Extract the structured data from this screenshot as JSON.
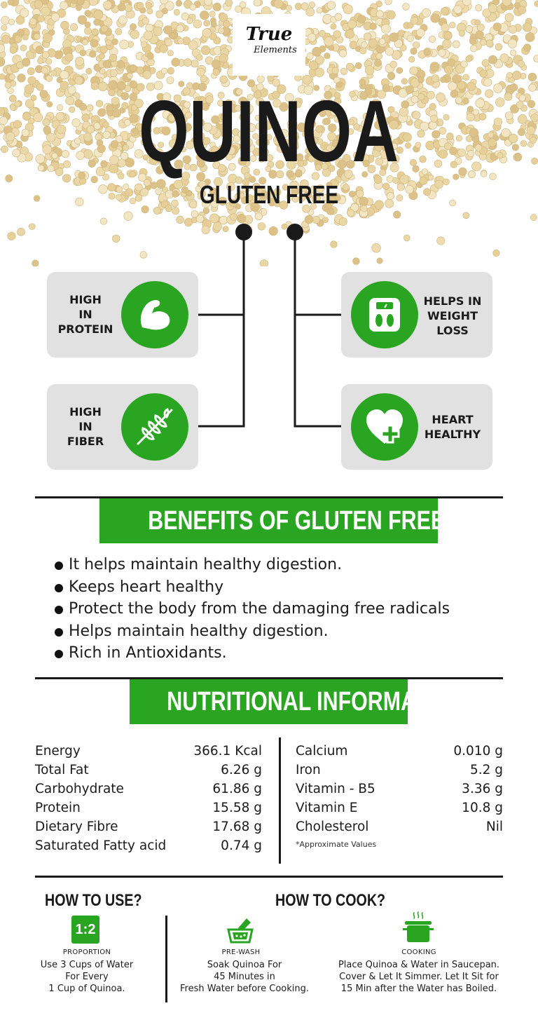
{
  "brand": {
    "line1": "True",
    "line2": "Elements"
  },
  "hero": {
    "title": "QUINOA",
    "subtitle": "GLUTEN FREE"
  },
  "cards": {
    "protein": {
      "label": "HIGH\nIN\nPROTEIN",
      "icon": "flexed-arm-icon"
    },
    "fiber": {
      "label": "HIGH\nIN\nFIBER",
      "icon": "wheat-icon"
    },
    "weight": {
      "label": "HELPS IN\nWEIGHT\nLOSS",
      "icon": "weighing-scale-icon"
    },
    "heart": {
      "label": "HEART\nHEALTHY",
      "icon": "heart-plus-icon"
    }
  },
  "benefits": {
    "title": "BENEFITS OF GLUTEN FREE QUINOA",
    "items": [
      "It helps maintain healthy digestion.",
      "Keeps heart healthy",
      "Protect the body from the damaging free radicals",
      "Helps maintain healthy digestion.",
      "Rich in Antioxidants."
    ]
  },
  "nutrition": {
    "title": "NUTRITIONAL INFORMATION",
    "left": [
      {
        "name": "Energy",
        "value": "366.1 Kcal"
      },
      {
        "name": "Total Fat",
        "value": "6.26 g"
      },
      {
        "name": "Carbohydrate",
        "value": "61.86 g"
      },
      {
        "name": "Protein",
        "value": "15.58 g"
      },
      {
        "name": "Dietary Fibre",
        "value": "17.68 g"
      },
      {
        "name": "Saturated Fatty acid",
        "value": "0.74 g"
      }
    ],
    "right": [
      {
        "name": "Calcium",
        "value": "0.010 g"
      },
      {
        "name": "Iron",
        "value": "5.2 g"
      },
      {
        "name": "Vitamin - B5",
        "value": "3.36 g"
      },
      {
        "name": "Vitamin E",
        "value": "10.8 g"
      },
      {
        "name": "Cholesterol",
        "value": "Nil"
      }
    ],
    "note": "*Approximate Values"
  },
  "how_to_use": {
    "title": "HOW TO USE?",
    "ratio": "1:2",
    "caption": "PROPORTION",
    "text": "Use 3 Cups of Water\nFor Every\n1 Cup of Quinoa."
  },
  "how_to_cook": {
    "title": "HOW TO COOK?",
    "prewash": {
      "caption": "PRE-WASH",
      "text": "Soak Quinoa For\n45 Minutes in\nFresh Water before Cooking."
    },
    "cooking": {
      "caption": "COOKING",
      "text": "Place Quinoa & Water in Saucepan.\nCover & Let It Simmer. Let It Sit for\n15 Min after the Water has Boiled."
    }
  },
  "colors": {
    "accent": "#2aa521",
    "card": "#e1e1e1",
    "ink": "#1a1a1a",
    "seed": "#e9d6a7"
  }
}
